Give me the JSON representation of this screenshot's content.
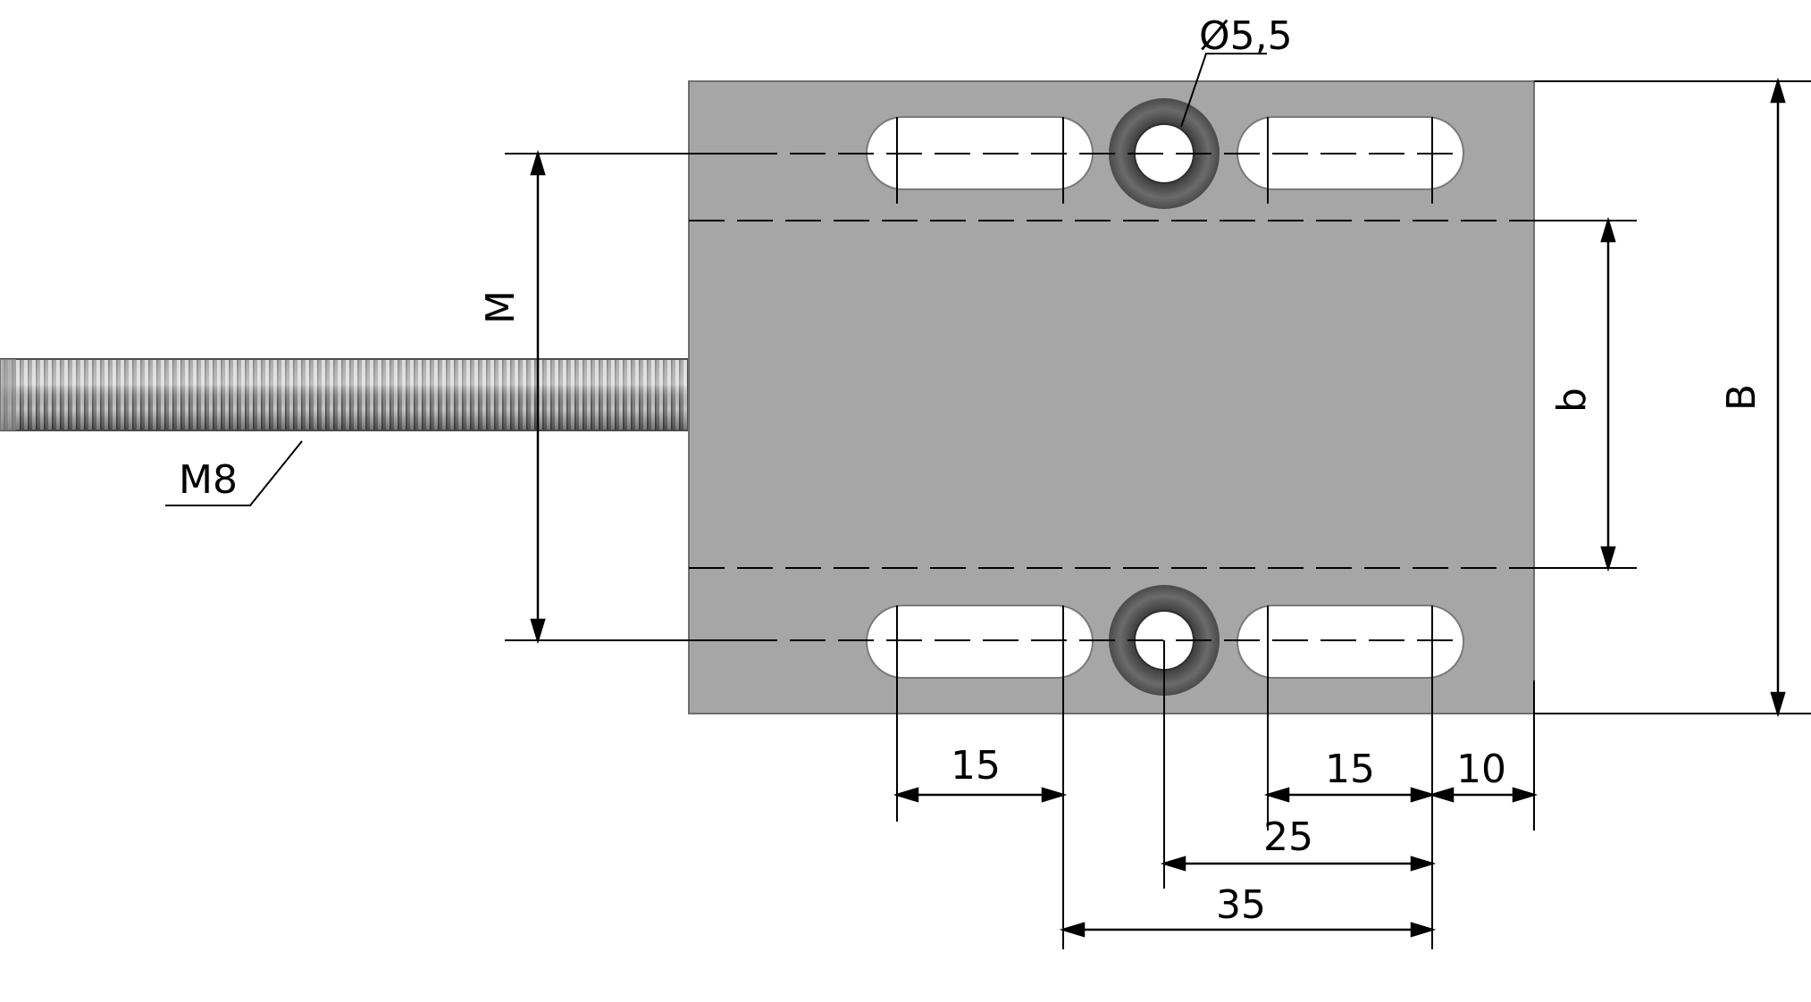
{
  "labels": {
    "hole_diameter": "Ø5,5",
    "thread": "M8",
    "dim_M": "M",
    "dim_b": "b",
    "dim_B": "B",
    "slot_length_left": "15",
    "slot_length_right": "15",
    "edge_offset": "10",
    "hole_to_slot_end": "25",
    "slot_span": "35"
  },
  "colors": {
    "plate": "#a6a6a6",
    "plate_edge": "#6e6e6e",
    "line": "#000000",
    "bore_ring": "#5e5e5e",
    "thread": "#8c8c8c"
  }
}
